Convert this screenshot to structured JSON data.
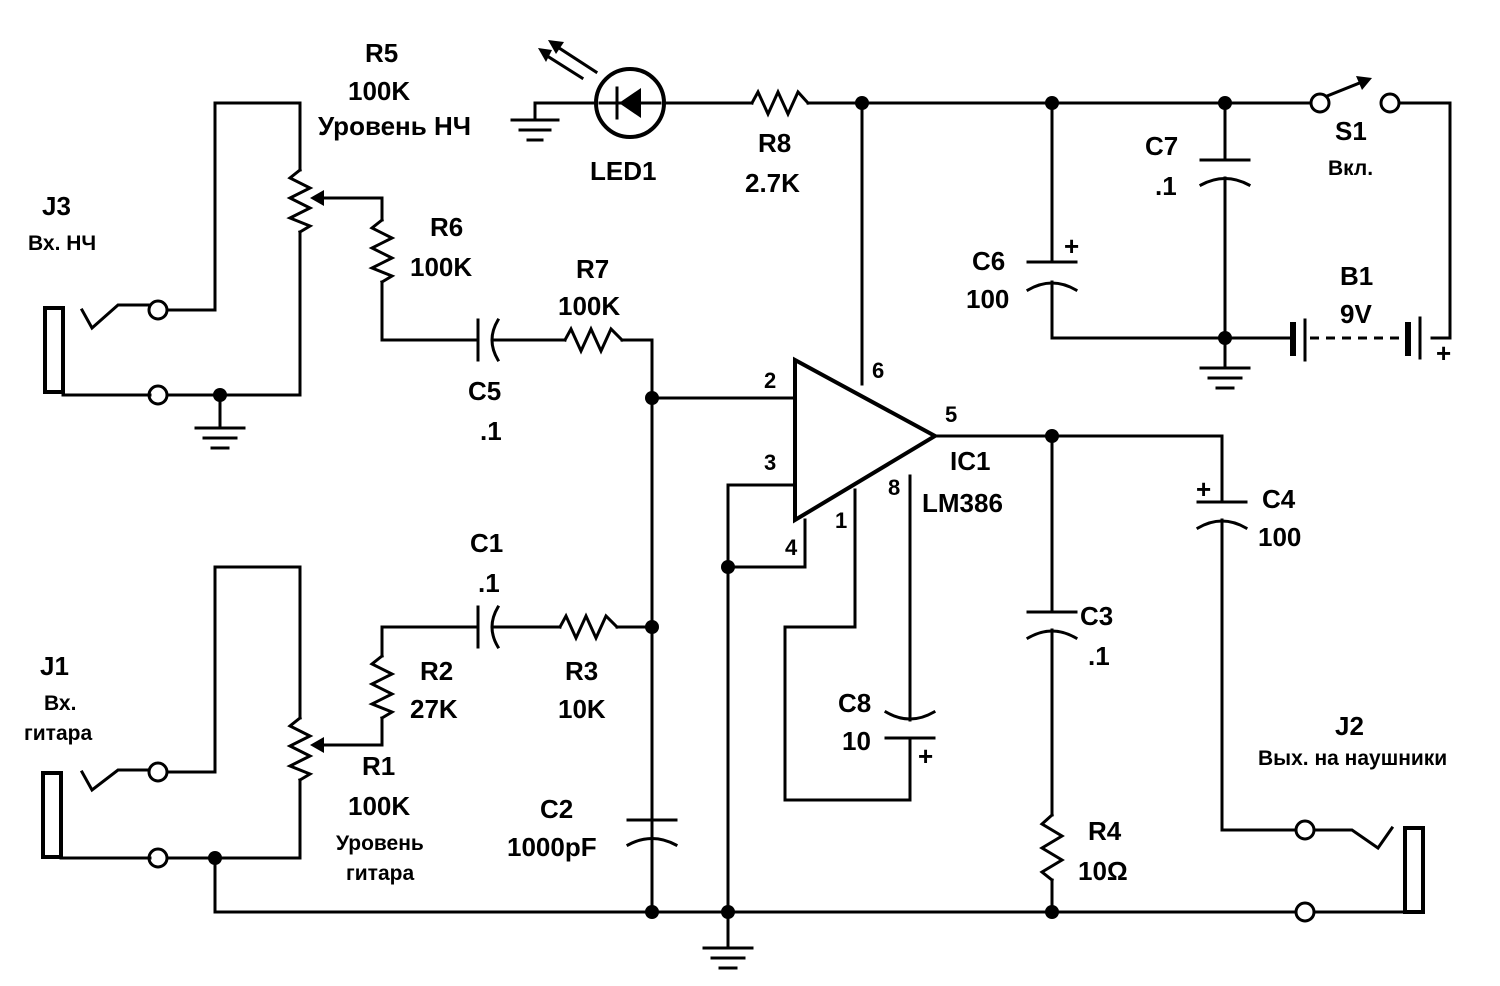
{
  "components": {
    "R5": {
      "ref": "R5",
      "value": "100K",
      "desc": "Уровень  НЧ"
    },
    "R6": {
      "ref": "R6",
      "value": "100K"
    },
    "R7": {
      "ref": "R7",
      "value": "100K"
    },
    "R8": {
      "ref": "R8",
      "value": "2.7K"
    },
    "R1": {
      "ref": "R1",
      "value": "100K",
      "desc_line1": "Уровень",
      "desc_line2": "гитара"
    },
    "R2": {
      "ref": "R2",
      "value": "27K"
    },
    "R3": {
      "ref": "R3",
      "value": "10K"
    },
    "R4": {
      "ref": "R4",
      "value": "10Ω"
    },
    "C1": {
      "ref": "C1",
      "value": ".1"
    },
    "C2": {
      "ref": "C2",
      "value": "1000pF"
    },
    "C3": {
      "ref": "C3",
      "value": ".1"
    },
    "C4": {
      "ref": "C4",
      "value": "100"
    },
    "C5": {
      "ref": "C5",
      "value": ".1"
    },
    "C6": {
      "ref": "C6",
      "value": "100"
    },
    "C7": {
      "ref": "C7",
      "value": ".1"
    },
    "C8": {
      "ref": "C8",
      "value": "10"
    },
    "LED1": {
      "ref": "LED1"
    },
    "S1": {
      "ref": "S1",
      "desc": "Вкл."
    },
    "B1": {
      "ref": "B1",
      "value": "9V"
    },
    "IC1": {
      "ref": "IC1",
      "part": "LM386"
    },
    "J1": {
      "ref": "J1",
      "desc_line1": "Вх.",
      "desc_line2": "гитара"
    },
    "J2": {
      "ref": "J2",
      "desc": "Вых. на наушники"
    },
    "J3": {
      "ref": "J3",
      "desc": "Вх. НЧ"
    }
  },
  "ic_pins": {
    "p1": "1",
    "p2": "2",
    "p3": "3",
    "p4": "4",
    "p5": "5",
    "p6": "6",
    "p8": "8"
  },
  "polarity": {
    "plus": "+"
  }
}
